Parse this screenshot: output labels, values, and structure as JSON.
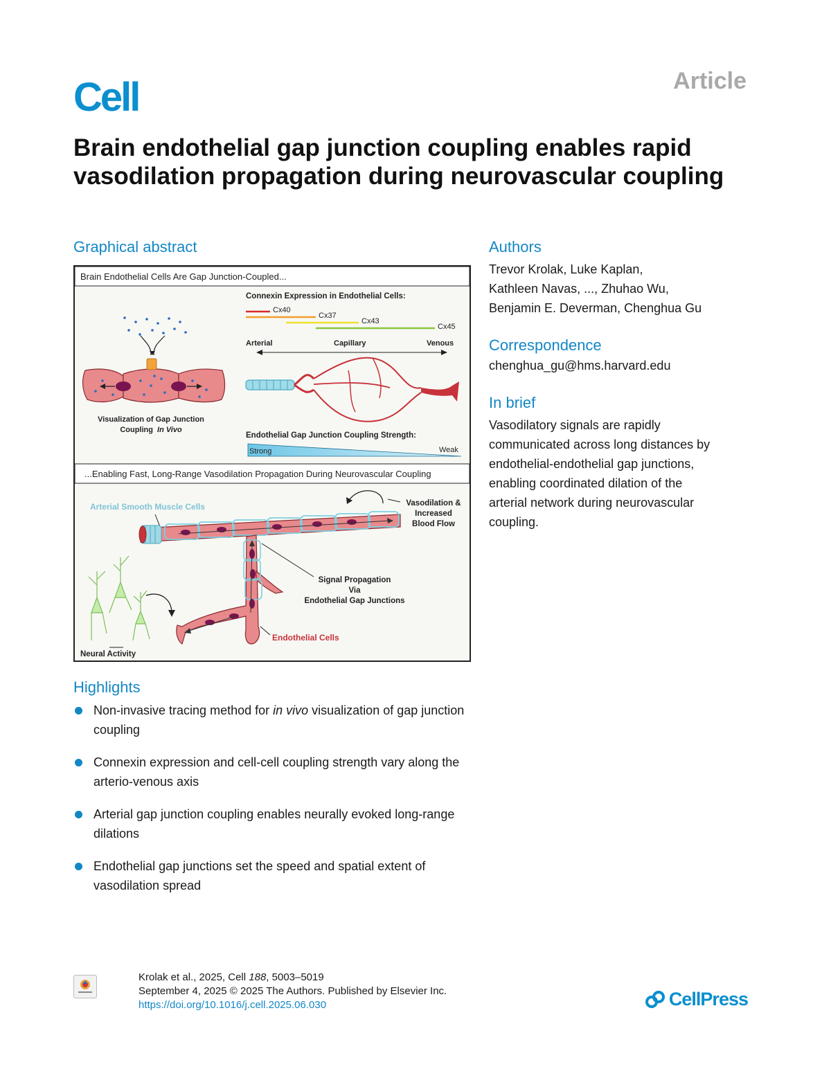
{
  "header": {
    "journal_logo": "Cell",
    "article_type": "Article"
  },
  "title": "Brain endothelial gap junction coupling enables rapid vasodilation propagation during neurovascular coupling",
  "graphical_abstract": {
    "heading": "Graphical abstract",
    "top_banner": "Brain Endothelial Cells Are Gap Junction-Coupled...",
    "connexin_title": "Connexin Expression in Endothelial Cells:",
    "connexins": [
      {
        "name": "Cx40",
        "color": "#d92b2b"
      },
      {
        "name": "Cx37",
        "color": "#f29d2b"
      },
      {
        "name": "Cx43",
        "color": "#f0e22a"
      },
      {
        "name": "Cx45",
        "color": "#8cc63f"
      }
    ],
    "axis_labels": {
      "arterial": "Arterial",
      "capillary": "Capillary",
      "venous": "Venous"
    },
    "visualization_label_1": "Visualization of Gap Junction",
    "visualization_label_2": "Coupling",
    "visualization_label_italic": "In Vivo",
    "coupling_strength_title": "Endothelial Gap Junction Coupling Strength:",
    "strong": "Strong",
    "weak": "Weak",
    "bottom_banner": "...Enabling Fast, Long-Range Vasodilation Propagation During Neurovascular Coupling",
    "smooth_muscle_label": "Arterial Smooth Muscle Cells",
    "vasodilation_label": [
      "Vasodilation &",
      "Increased",
      "Blood Flow"
    ],
    "signal_label": [
      "Signal Propagation",
      "Via",
      "Endothelial Gap Junctions"
    ],
    "endothelial_label": "Endothelial Cells",
    "neural_label": "Neural Activity"
  },
  "authors": {
    "heading": "Authors",
    "lines": [
      "Trevor Krolak, Luke Kaplan,",
      "Kathleen Navas, ..., Zhuhao Wu,",
      "Benjamin E. Deverman, Chenghua Gu"
    ]
  },
  "correspondence": {
    "heading": "Correspondence",
    "email": "chenghua_gu@hms.harvard.edu"
  },
  "in_brief": {
    "heading": "In brief",
    "lines": [
      "Vasodilatory signals are rapidly",
      "communicated across long distances by",
      "endothelial-endothelial gap junctions,",
      "enabling coordinated dilation of the",
      "arterial network during neurovascular",
      "coupling."
    ]
  },
  "highlights": {
    "heading": "Highlights",
    "items": [
      {
        "before": "Non-invasive tracing method for ",
        "italic": "in vivo",
        "after": " visualization of gap junction coupling"
      },
      {
        "before": "Connexin expression and cell-cell coupling strength vary along the arterio-venous axis",
        "italic": "",
        "after": ""
      },
      {
        "before": "Arterial gap junction coupling enables neurally evoked long-range dilations",
        "italic": "",
        "after": ""
      },
      {
        "before": "Endothelial gap junctions set the speed and spatial extent of vasodilation spread",
        "italic": "",
        "after": ""
      }
    ]
  },
  "footer": {
    "citation_prefix": "Krolak et al., 2025, Cell ",
    "citation_volume": "188",
    "citation_pages": ", 5003–5019",
    "date_line": "September 4, 2025 © 2025 The Authors. Published by Elsevier Inc.",
    "doi": "https://doi.org/10.1016/j.cell.2025.06.030",
    "publisher": "CellPress",
    "check_badge": "Check for updates"
  },
  "colors": {
    "brand_blue": "#0b8fce",
    "heading_blue": "#1387c6",
    "vessel_red": "#c8323a",
    "smooth_muscle_cyan": "#7fd0e0",
    "neuron_green": "#b7e59a"
  }
}
